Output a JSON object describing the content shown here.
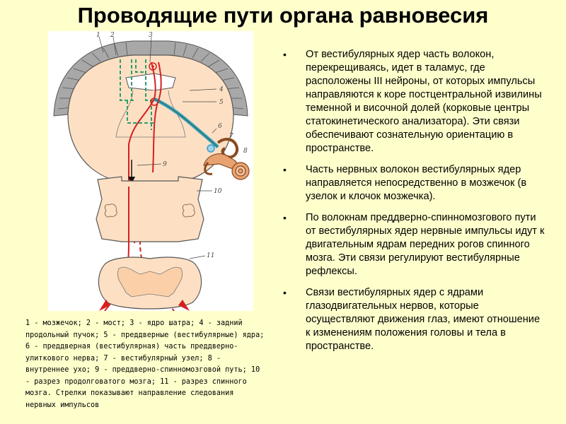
{
  "title": "Проводящие пути органа равновесия",
  "diagram": {
    "labels": [
      "1",
      "2",
      "3",
      "4",
      "5",
      "6",
      "7",
      "8",
      "9",
      "10",
      "11"
    ],
    "colors": {
      "tissue": "#fde0c4",
      "folia": "#9a9a9a",
      "red_path": "#d62020",
      "green_path": "#2e9e6a",
      "blue_path": "#3aa0c8",
      "ear": "#c87a45"
    }
  },
  "caption": "1 - мозжечок; 2 - мост; 3 - ядро шатра; 4 - задний продольный пучок; 5 - преддверные (вестибулярные) ядра; 6 - преддверная (вестибулярная) часть преддверно-улиткового нерва; 7 - вестибулярный узел; 8 - внутреннее ухо; 9 - преддверно-спинномозговой путь; 10 - разрез продолговатого мозга; 11 - разрез спинного мозга. Стрелки показывают направление следования нервных импульсов",
  "bullets": [
    "От вестибулярных ядер часть волокон, перекрещиваясь, идет в таламус, где расположены III нейроны, от которых импульсы направляются к коре постцентральной извилины теменной и височной долей (корковые центры статокинетического анализатора). Эти связи обеспечивают сознательную ориентацию в пространстве.",
    " Часть нервных волокон вестибулярных ядер направляется непосредственно в мозжечок (в узелок и клочок мозжечка).",
    " По волокнам преддверно-спинномозгового пути от вестибулярных ядер нервные импульсы идут к двигательным ядрам передних рогов спинного мозга. Эти связи регулируют вестибулярные рефлексы.",
    " Связи вестибулярных ядер с ядрами глазодвигательных нервов, которые осуществляют движения глаз, имеют отношение к изменениям положения головы и тела в пространстве."
  ]
}
